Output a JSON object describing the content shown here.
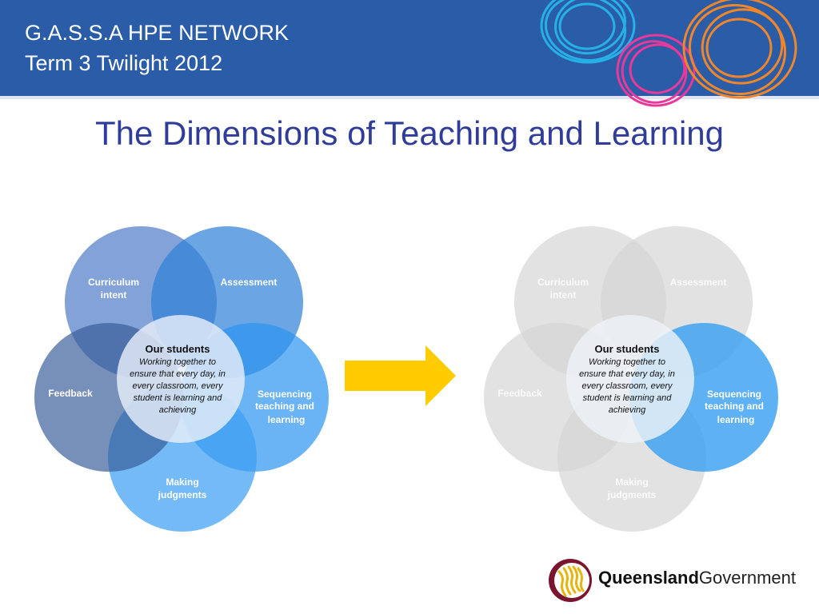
{
  "header": {
    "line1": "G.A.S.S.A HPE NETWORK",
    "line2": "Term 3 Twilight 2012"
  },
  "title": "The Dimensions of Teaching and Learning",
  "diagram_left": {
    "curriculum": [
      "Curriculum",
      "intent"
    ],
    "assessment": "Assessment",
    "sequencing": [
      "Sequencing",
      "teaching and",
      "learning"
    ],
    "judgments": [
      "Making",
      "judgments"
    ],
    "feedback": "Feedback",
    "center_title": "Our students",
    "center_body": [
      "Working together to",
      "ensure that every day, in",
      "every classroom, every",
      "student is learning and",
      "achieving"
    ]
  },
  "diagram_right": {
    "curriculum": [
      "Curriculum",
      "intent"
    ],
    "assessment": "Assessment",
    "sequencing": [
      "Sequencing",
      "teaching and",
      "learning"
    ],
    "judgments": [
      "Making",
      "judgments"
    ],
    "feedback": "Feedback",
    "center_title": "Our students",
    "center_body": [
      "Working together to",
      "ensure that every day, in",
      "every classroom, every",
      "student is learning and",
      "achieving"
    ],
    "highlighted": "Sequencing teaching and learning"
  },
  "logo": {
    "bold": "Queensland",
    "regular": "Government"
  },
  "colors": {
    "header_bg": "#2b5ca8",
    "title": "#2f3d99",
    "arrow": "#ffcc00",
    "highlight": "#3aa0f0"
  }
}
